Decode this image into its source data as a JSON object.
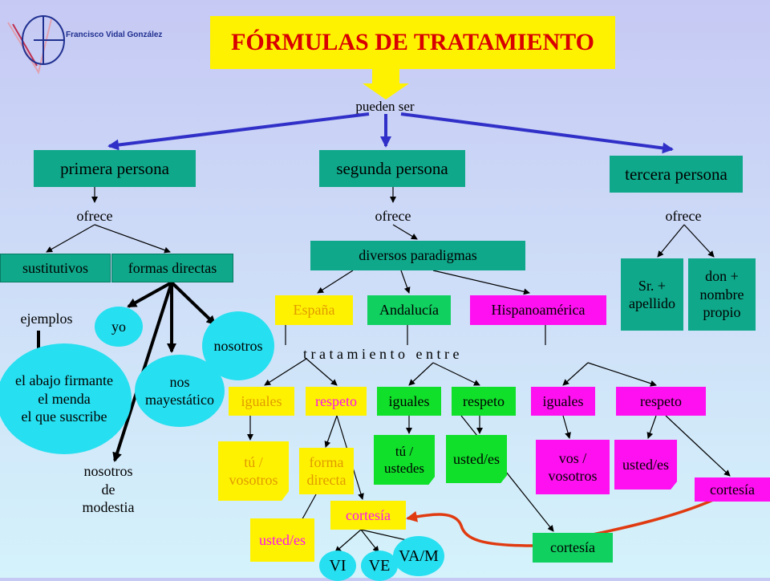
{
  "logo": {
    "text": "Francisco Vidal González"
  },
  "title": "FÓRMULAS DE TRATAMIENTO",
  "connector_top": "pueden ser",
  "persons": {
    "first": "primera persona",
    "second": "segunda persona",
    "third": "tercera persona"
  },
  "ofrece": "ofrece",
  "first": {
    "sustitutivos": "sustitutivos",
    "formas_directas": "formas directas",
    "ejemplos": "ejemplos",
    "abajo": "el abajo firmante\nel menda\nel que suscribe",
    "yo": "yo",
    "nos": "nos\nmayestático",
    "nosotros": "nosotros",
    "modestia": "nosotros\nde\nmodestia"
  },
  "second": {
    "paradigmas": "diversos paradigmas",
    "espana": "España",
    "andalucia": "Andalucía",
    "hispano": "Hispanoamérica",
    "tratamiento": "t r a t a m i e n t o   e n t r e",
    "iguales": "iguales",
    "respeto": "respeto",
    "tu_vosotros": "tú /\nvosotros",
    "forma_directa": "forma\ndirecta",
    "cortesia": "cortesía",
    "usted_es": "usted/es",
    "vi": "VI",
    "ve": "VE",
    "vam": "VA/M",
    "tu_ustedes": "tú /\nustedes",
    "vos_vosotros": "vos /\nvosotros"
  },
  "third": {
    "sr": "Sr. +\napellido",
    "don": "don +\nnombre\npropio"
  },
  "colors": {
    "background_top": "#c6c9f4",
    "background_bottom": "#d4f3fb",
    "title_text": "#d80000",
    "yellow": "#fff200",
    "teal": "#0fa88a",
    "green": "#10e02a",
    "magenta": "#ff10f0",
    "cyan": "#26dff0",
    "yellow_text": "#e09a00",
    "magenta_text": "#ff10f0",
    "blue_arrows": "#3030c8",
    "curve": "#e03a10"
  }
}
